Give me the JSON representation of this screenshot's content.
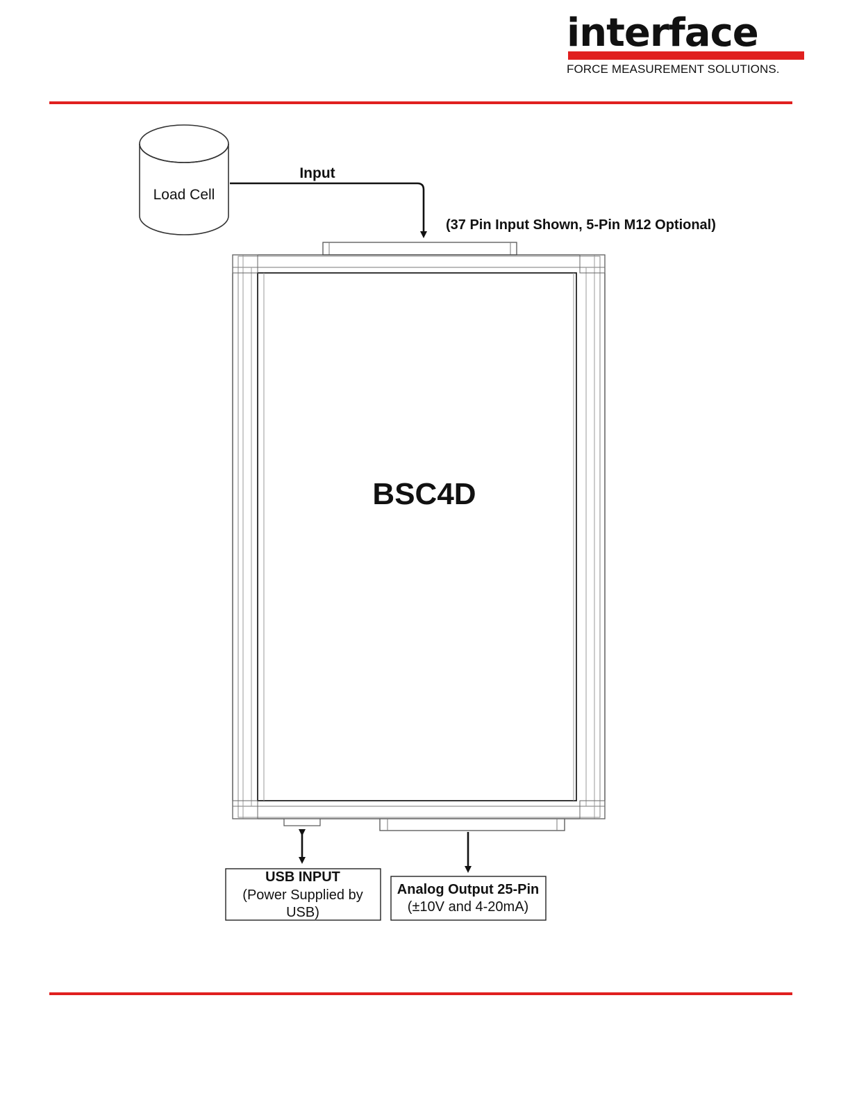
{
  "brand": {
    "name": "interface",
    "tagline": "FORCE MEASUREMENT SOLUTIONS.",
    "color_red": "#e0201f",
    "color_dark": "#111111"
  },
  "diagram": {
    "load_cell_label": "Load Cell",
    "input_label": "Input",
    "input_note": "(37 Pin Input Shown, 5-Pin M12 Optional)",
    "device_label": "BSC4D",
    "usb_box": {
      "title": "USB INPUT",
      "line1": "(Power Supplied by",
      "line2": "USB)"
    },
    "analog_box": {
      "title": "Analog Output 25-Pin",
      "line1": "(±10V and 4-20mA)"
    }
  }
}
